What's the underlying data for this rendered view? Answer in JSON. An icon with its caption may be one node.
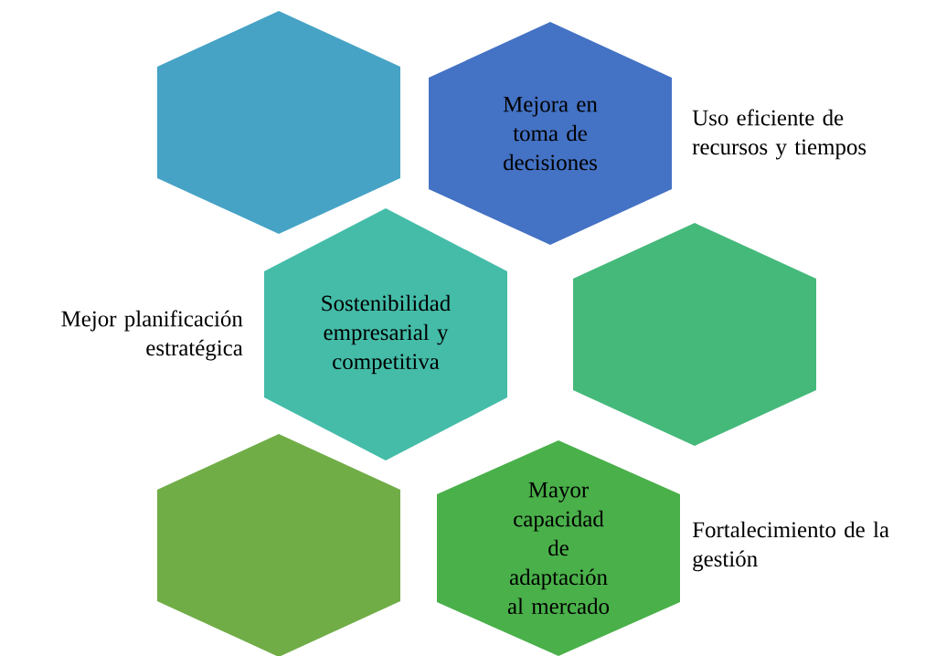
{
  "diagram": {
    "nodes": [
      {
        "text": [],
        "shape": "hexagon"
      },
      {
        "text": [
          "Mejora en toma de decisiones"
        ]
      },
      {
        "text": [
          "Sostenibilidad empresarial y competitiva"
        ]
      },
      {
        "text": [],
        "shape": "hexagon"
      },
      {
        "text": [],
        "shape": "hexagon"
      },
      {
        "text": [
          "Mayor capacidad de adaptación al mercado"
        ]
      }
    ],
    "labels": [
      "Uso eficiente de recursos y tiempos",
      "Mejor planificación estratégica",
      "Fortalecimiento de la gestión"
    ]
  }
}
